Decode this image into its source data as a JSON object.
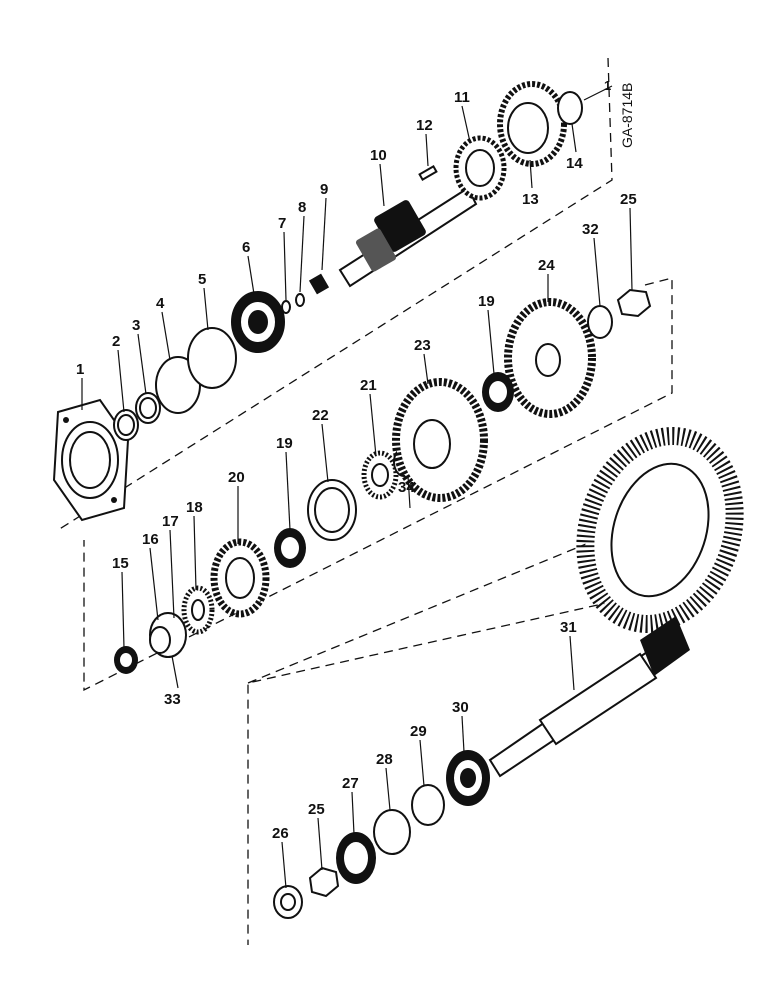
{
  "figure_code": "GA-8714B",
  "callouts": [
    "1",
    "2",
    "3",
    "4",
    "5",
    "6",
    "7",
    "8",
    "9",
    "10",
    "11",
    "12",
    "13",
    "14",
    "15",
    "16",
    "17",
    "18",
    "19",
    "19",
    "20",
    "21",
    "22",
    "23",
    "24",
    "25",
    "25",
    "26",
    "27",
    "28",
    "29",
    "30",
    "31",
    "32",
    "33",
    "34",
    "1"
  ]
}
